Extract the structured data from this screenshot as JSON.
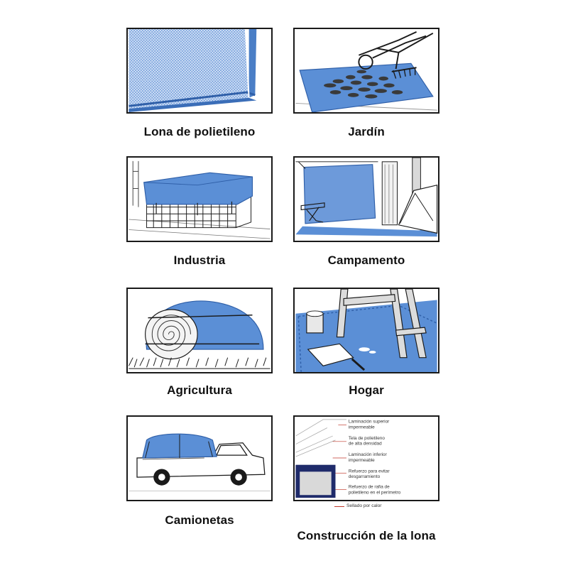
{
  "colors": {
    "tarp_blue": "#5b8fd6",
    "tarp_blue_dark": "#2f5fa8",
    "ink": "#1a1a1a",
    "navy": "#1f2b6b"
  },
  "panels": [
    {
      "caption": "Lona de polietileno",
      "icon": "tarp-fabric-icon"
    },
    {
      "caption": "Jardín",
      "icon": "garden-leaves-icon"
    },
    {
      "caption": "Industria",
      "icon": "crate-cover-icon"
    },
    {
      "caption": "Campamento",
      "icon": "camp-shelter-icon"
    },
    {
      "caption": "Agricultura",
      "icon": "hay-bale-icon"
    },
    {
      "caption": "Hogar",
      "icon": "paint-dropcloth-icon"
    },
    {
      "caption": "Camionetas",
      "icon": "pickup-truck-icon"
    },
    {
      "caption": "Construcción de la lona",
      "icon": "tarp-layers-diagram"
    }
  ],
  "construction_labels": [
    "Laminación superior",
    "impermeable",
    "Tela de polietileno",
    "de alta densidad",
    "Laminación inferior",
    "impermeable",
    "Refuerzo para evitar",
    "desgarramiento",
    "Refuerzo de rafia de",
    "polietileno en el perímetro",
    "Sellado por calor"
  ]
}
